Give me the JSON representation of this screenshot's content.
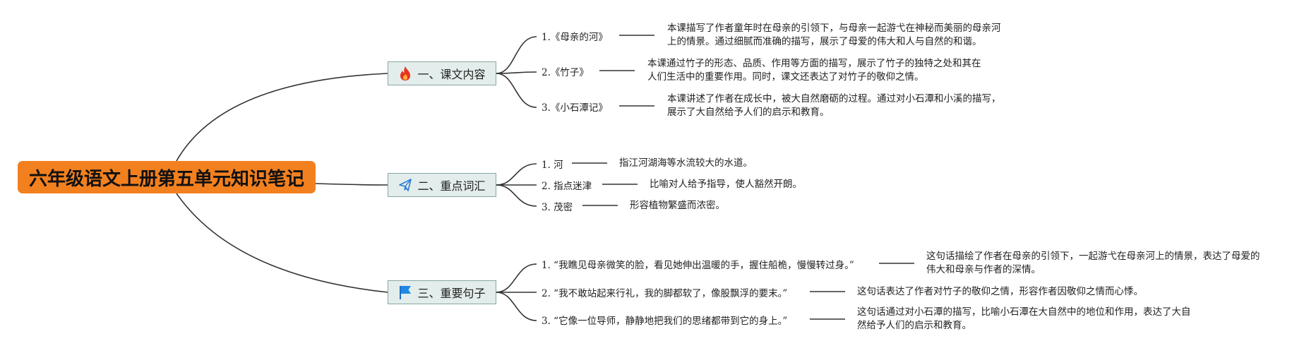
{
  "root": {
    "title": "六年级语文上册第五单元知识笔记"
  },
  "branches": [
    {
      "label": "一、课文内容",
      "icon": "fire-icon",
      "items": [
        {
          "label": "1.《母亲的河》",
          "desc": [
            "本课描写了作者童年时在母亲的引领下，与母亲一起游弋在神秘而美丽的母亲河",
            "上的情景。通过细腻而准确的描写，展示了母爱的伟大和人与自然的和谐。"
          ]
        },
        {
          "label": "2.《竹子》",
          "desc": [
            "本课通过竹子的形态、品质、作用等方面的描写，展示了竹子的独特之处和其在",
            "人们生活中的重要作用。同时，课文还表达了对竹子的敬仰之情。"
          ]
        },
        {
          "label": "3.《小石潭记》",
          "desc": [
            "本课讲述了作者在成长中，被大自然磨砺的过程。通过对小石潭和小溪的描写，",
            "展示了大自然给予人们的启示和教育。"
          ]
        }
      ]
    },
    {
      "label": "二、重点词汇",
      "icon": "paper-plane-icon",
      "items": [
        {
          "label": "1. 河",
          "desc": [
            "指江河湖海等水流较大的水道。"
          ]
        },
        {
          "label": "2. 指点迷津",
          "desc": [
            "比喻对人给予指导，使人豁然开朗。"
          ]
        },
        {
          "label": "3. 茂密",
          "desc": [
            "形容植物繁盛而浓密。"
          ]
        }
      ]
    },
    {
      "label": "三、重要句子",
      "icon": "flag-icon",
      "items": [
        {
          "label": "1. “我瞧见母亲微笑的脸，看见她伸出温暖的手，握住船桅，慢慢转过身。”",
          "desc": [
            "这句话描绘了作者在母亲的引领下，一起游弋在母亲河上的情景，表达了母爱的",
            "伟大和母亲与作者的深情。"
          ]
        },
        {
          "label": "2. “我不敢站起来行礼，我的脚都软了，像股飘浮的要末。”",
          "desc": [
            "这句话表达了作者对竹子的敬仰之情，形容作者因敬仰之情而心悸。"
          ]
        },
        {
          "label": "3. “它像一位导师，静静地把我们的思绪都带到它的身上。”",
          "desc": [
            "这句话通过对小石潭的描写，比喻小石潭在大自然中的地位和作用，表达了大自",
            "然给予人们的启示和教育。"
          ]
        }
      ]
    }
  ]
}
